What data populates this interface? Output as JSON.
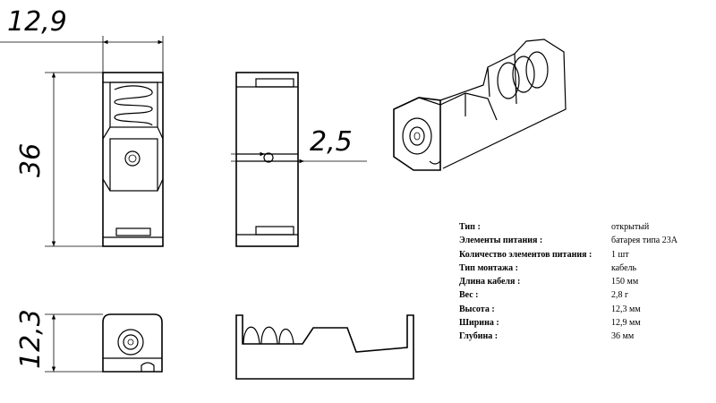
{
  "dimensions": {
    "width": "12,9",
    "length": "36",
    "height": "12,3",
    "contact": "2,5"
  },
  "specs": [
    {
      "label": "Тип :",
      "value": "открытый"
    },
    {
      "label": "Элементы питания :",
      "value": "батарея типа 23А"
    },
    {
      "label": "Количество элементов питания :",
      "value": "1 шт"
    },
    {
      "label": "Тип монтажа :",
      "value": "кабель"
    },
    {
      "label": "Длина кабеля :",
      "value": "150 мм"
    },
    {
      "label": "Вес :",
      "value": "2,8 г"
    },
    {
      "label": "Высота :",
      "value": "12,3 мм"
    },
    {
      "label": "Ширина :",
      "value": "12,9 мм"
    },
    {
      "label": "Глубина :",
      "value": "36 мм"
    }
  ]
}
